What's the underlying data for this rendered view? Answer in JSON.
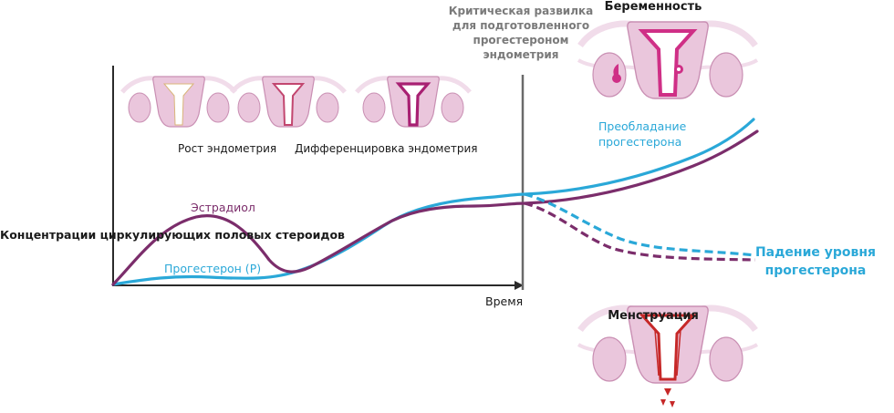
{
  "labels": {
    "y_axis": "Концентрации циркулирующих половых стероидов",
    "x_axis": "Время",
    "critical_fork": "Критическая развилка для подготовленного прогестероном эндометрия",
    "pregnancy": "Беременность",
    "menstruation": "Менструация",
    "progesterone_dominance": "Преобладание прогестерона",
    "progesterone_fall": "Падение уровня прогестерона",
    "estradiol": "Эстрадиол",
    "progesterone": "Прогестерон (P)",
    "endometrium_growth": "Рост эндометрия",
    "endometrium_differentiation": "Дифференцировка эндометрия"
  },
  "colors": {
    "estradiol": "#7b2d6b",
    "progesterone": "#2aa8d8",
    "axis": "#2a2a2a",
    "critical_line": "#6a6a6a",
    "uterus_fill": "#eac6dc",
    "uterus_stroke": "#c98fb3",
    "endometrium": "#cf2f86",
    "blood": "#c62828"
  },
  "icons": {
    "uterus_early": "uterus-early-icon",
    "uterus_growth": "uterus-growth-icon",
    "uterus_secretory": "uterus-secretory-icon",
    "uterus_pregnancy": "uterus-pregnancy-icon",
    "uterus_menstruation": "uterus-menstruation-icon"
  }
}
